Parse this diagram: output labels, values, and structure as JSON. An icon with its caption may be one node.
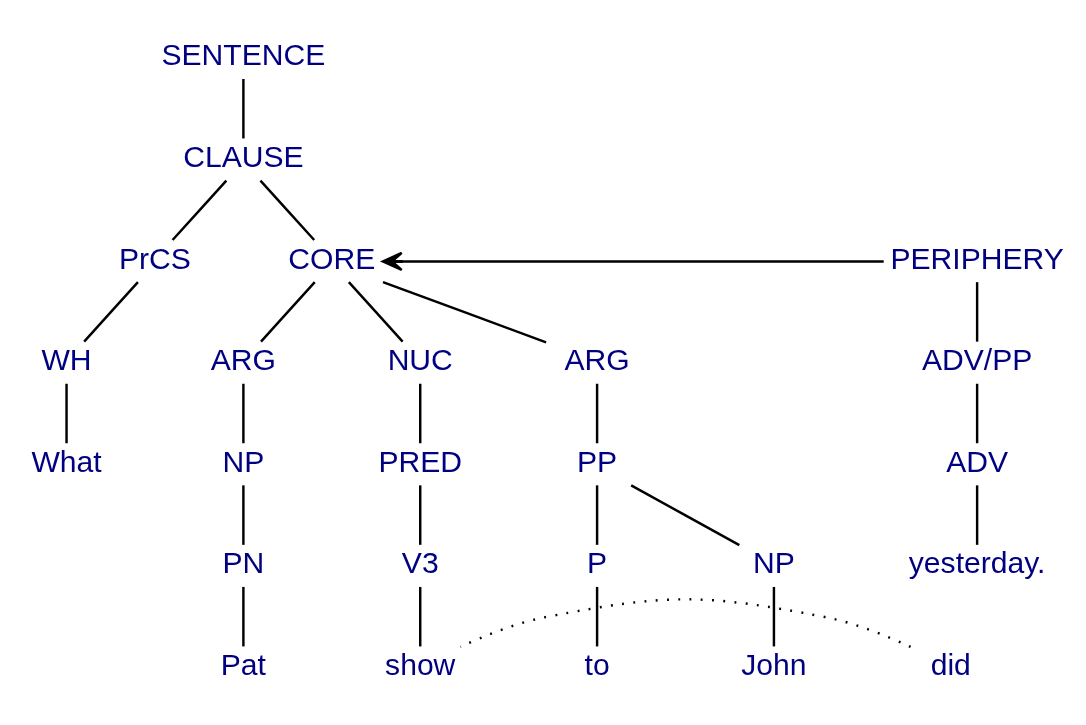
{
  "diagram": {
    "nodes": [
      {
        "text": [
          "SENTENCE"
        ]
      },
      {
        "text": [
          "CLAUSE"
        ]
      },
      {
        "text": [
          "PrCS"
        ]
      },
      {
        "text": [
          "CORE"
        ]
      },
      {
        "text": [
          "PERIPHERY"
        ]
      },
      {
        "text": [
          "WH"
        ]
      },
      {
        "text": [
          "ARG"
        ]
      },
      {
        "text": [
          "NUC"
        ]
      },
      {
        "text": [
          "ARG"
        ]
      },
      {
        "text": [
          "ADV/PP"
        ]
      },
      {
        "text": [
          "What"
        ]
      },
      {
        "text": [
          "NP"
        ]
      },
      {
        "text": [
          "PRED"
        ]
      },
      {
        "text": [
          "PP"
        ]
      },
      {
        "text": [
          "ADV"
        ]
      },
      {
        "text": [
          "PN"
        ]
      },
      {
        "text": [
          "V3"
        ]
      },
      {
        "text": [
          "P"
        ]
      },
      {
        "text": [
          "NP"
        ]
      },
      {
        "text": [
          "yesterday."
        ]
      },
      {
        "text": [
          "did"
        ]
      },
      {
        "text": [
          "Pat"
        ]
      },
      {
        "text": [
          "show"
        ]
      },
      {
        "text": [
          "to"
        ]
      },
      {
        "text": [
          "John"
        ]
      }
    ],
    "edges": [
      {
        "from": 0,
        "to": 1,
        "arrow": "none"
      },
      {
        "from": 1,
        "to": 2,
        "arrow": "none"
      },
      {
        "from": 1,
        "to": 3,
        "arrow": "none"
      },
      {
        "from": 4,
        "to": 3,
        "arrow": "to"
      },
      {
        "from": 2,
        "to": 5,
        "arrow": "none"
      },
      {
        "from": 3,
        "to": 6,
        "arrow": "none"
      },
      {
        "from": 3,
        "to": 7,
        "arrow": "none"
      },
      {
        "from": 3,
        "to": 8,
        "arrow": "none"
      },
      {
        "from": 4,
        "to": 9,
        "arrow": "none"
      },
      {
        "from": 5,
        "to": 10,
        "arrow": "none"
      },
      {
        "from": 6,
        "to": 11,
        "arrow": "none"
      },
      {
        "from": 7,
        "to": 12,
        "arrow": "none"
      },
      {
        "from": 8,
        "to": 13,
        "arrow": "none"
      },
      {
        "from": 9,
        "to": 14,
        "arrow": "none"
      },
      {
        "from": 11,
        "to": 15,
        "arrow": "none"
      },
      {
        "from": 12,
        "to": 16,
        "arrow": "none"
      },
      {
        "from": 13,
        "to": 17,
        "arrow": "none"
      },
      {
        "from": 13,
        "to": 18,
        "arrow": "none"
      },
      {
        "from": 14,
        "to": 19,
        "arrow": "none"
      },
      {
        "from": 15,
        "to": 21,
        "arrow": "none"
      },
      {
        "from": 16,
        "to": 22,
        "arrow": "none"
      },
      {
        "from": 17,
        "to": 23,
        "arrow": "none"
      },
      {
        "from": 18,
        "to": 24,
        "arrow": "none"
      },
      {
        "from": 20,
        "to": 22,
        "arrow": "none",
        "style": "dashed"
      }
    ]
  }
}
